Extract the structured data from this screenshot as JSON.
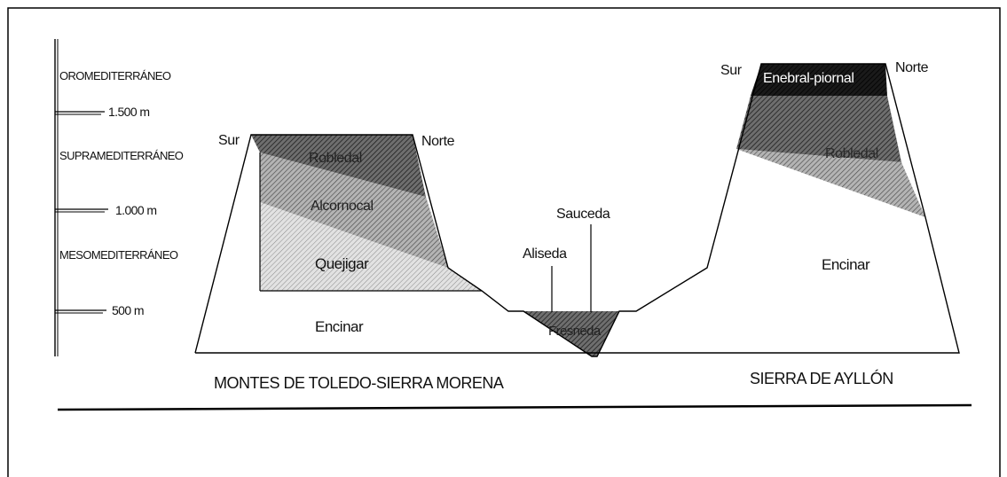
{
  "scale": {
    "zones": {
      "oro": "OROMEDITERRÁNEO",
      "supra": "SUPRAMEDITERRÁNEO",
      "meso": "MESOMEDITERRÁNEO"
    },
    "ticks": {
      "t1500": "1.500 m",
      "t1000": "1.000 m",
      "t500": "500 m"
    }
  },
  "left_mountain": {
    "name": "MONTES DE TOLEDO-SIERRA MORENA",
    "sur": "Sur",
    "norte": "Norte",
    "belts": {
      "robledal": "Robledal",
      "alcornocal": "Alcornocal",
      "quejigar": "Quejigar",
      "encinar": "Encinar"
    }
  },
  "valley": {
    "aliseda": "Aliseda",
    "sauceda": "Sauceda",
    "fresneda": "Fresneda"
  },
  "right_mountain": {
    "name": "SIERRA DE AYLLÓN",
    "sur": "Sur",
    "norte": "Norte",
    "belts": {
      "enebral": "Enebral-piornal",
      "robledal": "Robledal",
      "encinar": "Encinar"
    }
  }
}
